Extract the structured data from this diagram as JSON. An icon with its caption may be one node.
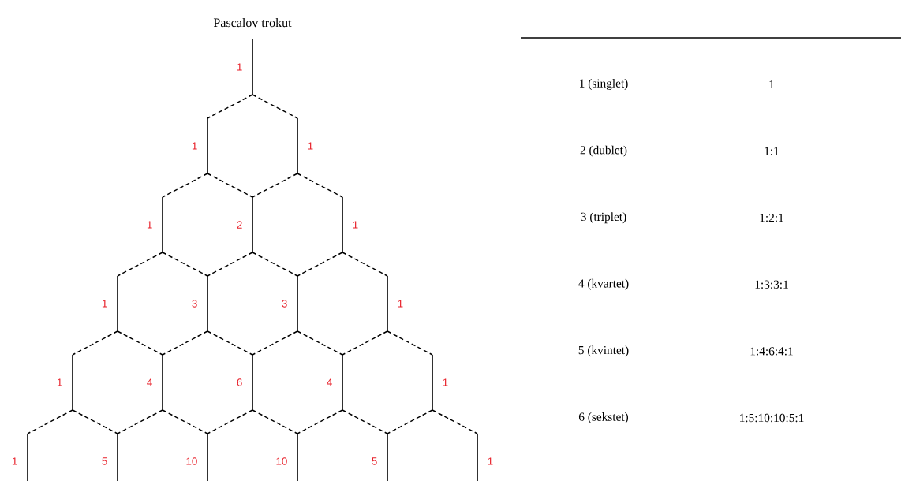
{
  "diagram": {
    "title": "Pascalov trokut",
    "labels": [
      "1",
      "1",
      "1",
      "1",
      "2",
      "1",
      "1",
      "3",
      "3",
      "1",
      "1",
      "4",
      "6",
      "4",
      "1",
      "1",
      "5",
      "10",
      "10",
      "5",
      "1",
      "1 (singlet)",
      "1",
      "2 (dublet)",
      "1:1",
      "3 (triplet)",
      "1:2:1",
      "4 (kvartet)",
      "1:3:3:1",
      "5 (kvintet)",
      "1:4:6:4:1",
      "6 (sekstet)",
      "1:5:10:10:5:1"
    ]
  }
}
